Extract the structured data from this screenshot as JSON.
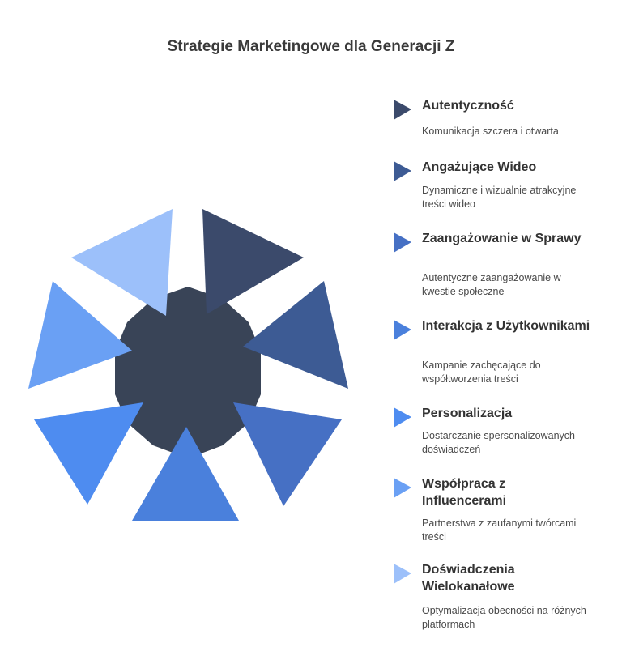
{
  "title": "Strategie Marketingowe dla Generacji Z",
  "strategies": [
    {
      "title": "Autentyczność",
      "description": "Komunikacja szczera i otwarta",
      "color": "#3b4a6b"
    },
    {
      "title": "Angażujące Wideo",
      "description": "Dynamiczne i wizualnie atrakcyjne treści wideo",
      "color": "#3d5b94"
    },
    {
      "title": "Zaangażowanie w Sprawy",
      "description": "Autentyczne zaangażowanie w kwestie społeczne",
      "color": "#4670c4"
    },
    {
      "title": "Interakcja z Użytkownikami",
      "description": "Kampanie zachęcające do współtworzenia treści",
      "color": "#4a80dc"
    },
    {
      "title": "Personalizacja",
      "description": "Dostarczanie spersonalizowanych doświadczeń",
      "color": "#4e8cf0"
    },
    {
      "title": "Współpraca z Influencerami",
      "description": "Partnerstwa z zaufanymi twórcami treści",
      "color": "#6aa0f4"
    },
    {
      "title": "Doświadczenia Wielokanałowe",
      "description": "Optymalizacja obecności na różnych platformach",
      "color": "#9cc0fa"
    }
  ],
  "center_color": "#394457"
}
